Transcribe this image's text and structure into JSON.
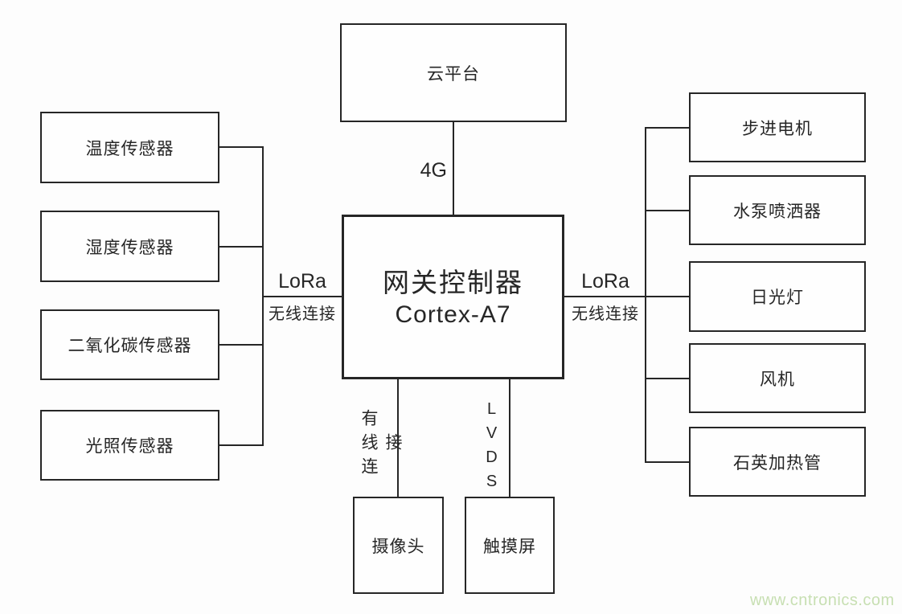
{
  "diagram": {
    "cloud": {
      "label": "云平台"
    },
    "gateway": {
      "title": "网关控制器",
      "subtitle": "Cortex-A7"
    },
    "left_nodes": [
      {
        "label": "温度传感器"
      },
      {
        "label": "湿度传感器"
      },
      {
        "label": "二氧化碳传感器"
      },
      {
        "label": "光照传感器"
      }
    ],
    "right_nodes": [
      {
        "label": "步进电机"
      },
      {
        "label": "水泵喷洒器"
      },
      {
        "label": "日光灯"
      },
      {
        "label": "风机"
      },
      {
        "label": "石英加热管"
      }
    ],
    "bottom_nodes": [
      {
        "label": "摄像头"
      },
      {
        "label": "触摸屏"
      }
    ],
    "links": {
      "cloud_label": "4G",
      "left_lora": "LoRa",
      "left_wireless": "无线连接",
      "right_lora": "LoRa",
      "right_wireless": "无线连接",
      "camera_link": "有线连接",
      "touchscreen_link": "LVDS"
    },
    "watermark": "www.cntronics.com",
    "colors": {
      "line": "#262626",
      "watermark_green": "#c7dfb2",
      "background": "#fdfdfd"
    }
  }
}
